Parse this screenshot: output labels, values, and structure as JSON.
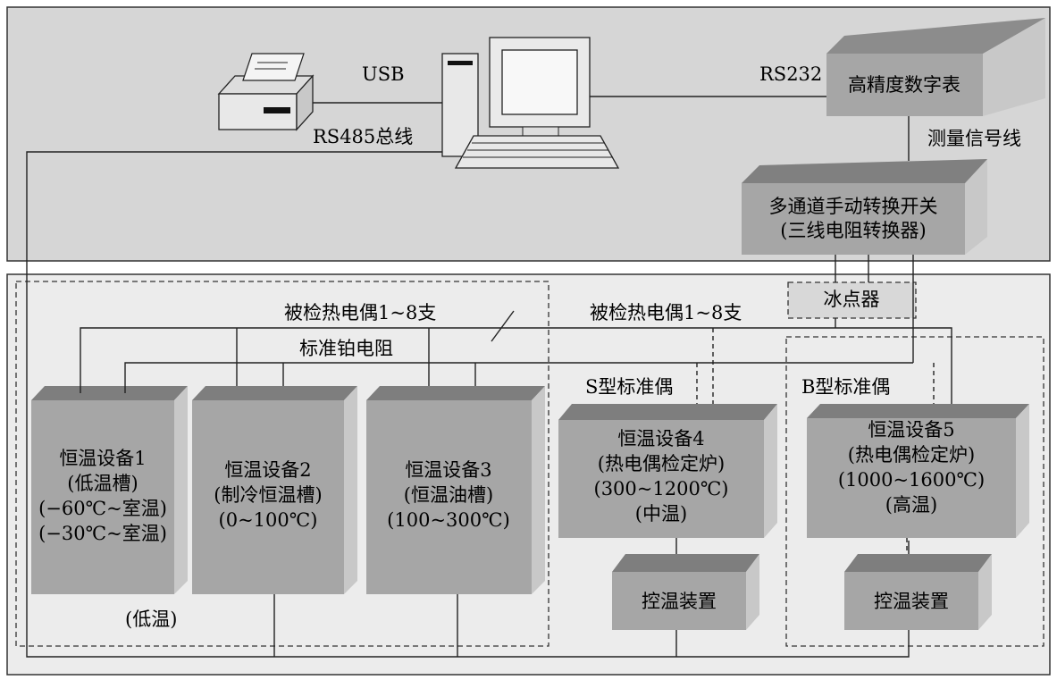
{
  "labels": {
    "usb": "USB",
    "rs232": "RS232",
    "rs485": "RS485总线",
    "signal_line": "测量信号线",
    "thermocouple_left": "被检热电偶1~8支",
    "thermocouple_right": "被检热电偶1~8支",
    "std_prt": "标准铂电阻",
    "s_type": "S型标准偶",
    "b_type": "B型标准偶",
    "low_temp": "(低温)",
    "ice_point": "冰点器"
  },
  "devices": {
    "dmm": {
      "line1": "高精度数字表"
    },
    "switch": {
      "line1": "多通道手动转换开关",
      "line2": "(三线电阻转换器)"
    },
    "dev1": {
      "line1": "恒温设备1",
      "line2": "(低温槽)",
      "line3": "(−60℃~室温)",
      "line4": "(−30℃~室温)"
    },
    "dev2": {
      "line1": "恒温设备2",
      "line2": "(制冷恒温槽)",
      "line3": "(0~100℃)"
    },
    "dev3": {
      "line1": "恒温设备3",
      "line2": "(恒温油槽)",
      "line3": "(100~300℃)"
    },
    "dev4": {
      "line1": "恒温设备4",
      "line2": "(热电偶检定炉)",
      "line3": "(300~1200℃)",
      "line4": "(中温)"
    },
    "dev5": {
      "line1": "恒温设备5",
      "line2": "(热电偶检定炉)",
      "line3": "(1000~1600℃)",
      "line4": "(高温)"
    },
    "ctrl4": {
      "line1": "控温装置"
    },
    "ctrl5": {
      "line1": "控温装置"
    }
  },
  "colors": {
    "top_panel": "#d6d6d6",
    "bottom_panel": "#ececec",
    "box_front": "#a6a6a6",
    "box_side": "#c8c8c8",
    "box_top": "#808080"
  }
}
